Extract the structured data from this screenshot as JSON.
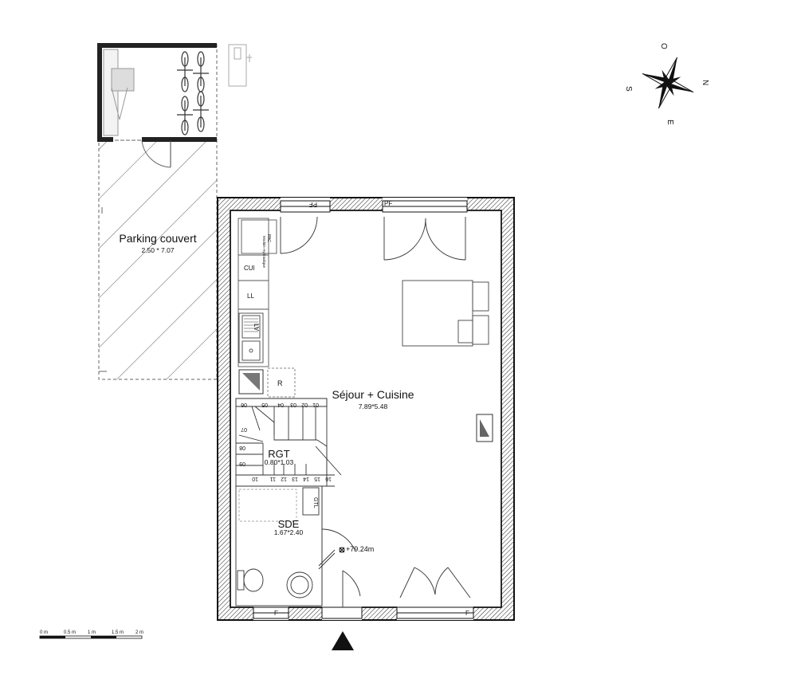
{
  "rooms": {
    "parking": {
      "name": "Parking couvert",
      "dims": "2.50 * 7.07"
    },
    "sejour": {
      "name": "Séjour + Cuisine",
      "dims": "7.89*5.48"
    },
    "rgt": {
      "name": "RGT",
      "dims": "0.80*1.03"
    },
    "sde": {
      "name": "SDE",
      "dims": "1.67*2.40"
    }
  },
  "level": "+79.24m",
  "fixtures": {
    "pac": "PAC",
    "module": "Module Hydraulique",
    "cui": "CUI",
    "ll": "LL",
    "lv": "LV",
    "r": "R",
    "gtl": "GTL"
  },
  "windows": {
    "pf_left": "PF",
    "pf_right": "PF",
    "f_left": "F",
    "f_right": "F"
  },
  "stairs": {
    "top_row": [
      "06",
      "05",
      "04",
      "03",
      "02",
      "01"
    ],
    "mid_left": "07",
    "left_col": [
      "08",
      "09"
    ],
    "bottom_row": [
      "10",
      "11",
      "12",
      "13",
      "14",
      "15",
      "16"
    ]
  },
  "compass": {
    "n": "N",
    "e": "E",
    "s": "S",
    "o": "O"
  },
  "scale": {
    "labels": [
      "0 m",
      "0.5 m",
      "1 m",
      "1.5 m",
      "2 m"
    ]
  }
}
